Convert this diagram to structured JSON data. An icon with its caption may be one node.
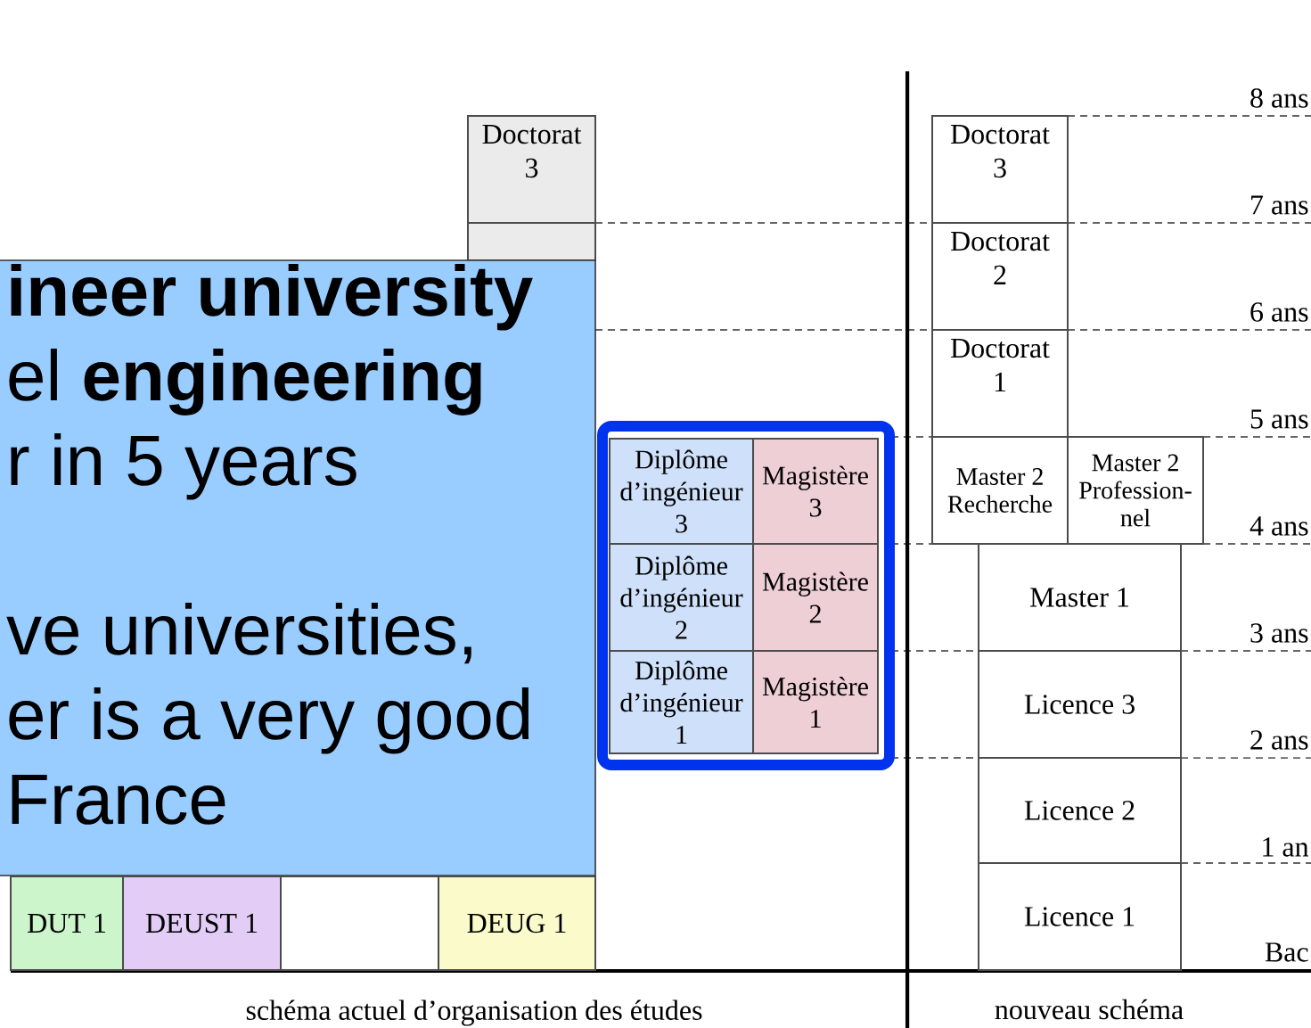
{
  "diagram": {
    "nodes": [
      {
        "text": [
          "Doctorat 3"
        ]
      },
      {
        "text": [
          "**ineer university** el **engineering** r in 5 years",
          "ve universities, er is a very good France"
        ]
      },
      {
        "text": [],
        "shape": "box"
      },
      {
        "text": [
          "Diplôme d’ingénieur 3"
        ],
        "in": 2
      },
      {
        "text": [
          "Magistère 3"
        ],
        "in": 2
      },
      {
        "text": [
          "Diplôme d’ingénieur 2"
        ],
        "in": 2
      },
      {
        "text": [
          "Magistère 2"
        ],
        "in": 2
      },
      {
        "text": [
          "Diplôme d’ingénieur 1"
        ],
        "in": 2
      },
      {
        "text": [
          "Magistère 1"
        ],
        "in": 2
      },
      {
        "text": [
          "DUT 1"
        ]
      },
      {
        "text": [
          "DEUST 1"
        ]
      },
      {
        "text": [],
        "shape": "box"
      },
      {
        "text": [
          "DEUG 1"
        ]
      },
      {
        "text": [
          "Doctorat 3"
        ]
      },
      {
        "text": [
          "Doctorat 2"
        ]
      },
      {
        "text": [
          "Doctorat 1"
        ]
      },
      {
        "text": [
          "Master 2 Recherche"
        ]
      },
      {
        "text": [
          "Master 2 Profession- nel"
        ]
      },
      {
        "text": [
          "Master 1"
        ]
      },
      {
        "text": [
          "Licence 3"
        ]
      },
      {
        "text": [
          "Licence 2"
        ]
      },
      {
        "text": [
          "Licence 1"
        ]
      }
    ],
    "labels": [
      "8 ans",
      "7 ans",
      "6 ans",
      "5 ans",
      "4 ans",
      "3 ans",
      "2 ans",
      "1 an",
      "Bac",
      "schéma actuel d’organisation des études",
      "nouveau schéma"
    ]
  }
}
